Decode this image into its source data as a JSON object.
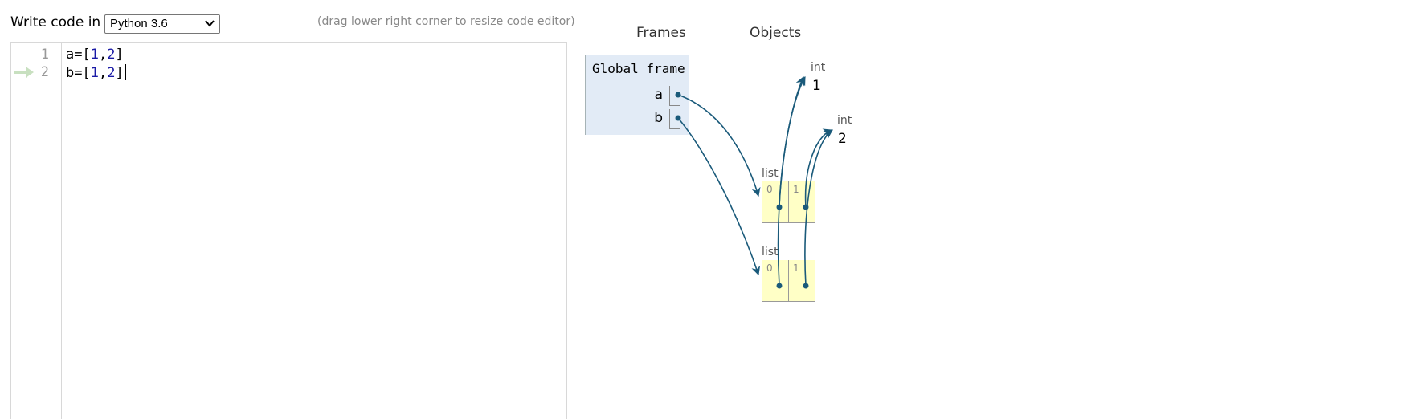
{
  "toolbar": {
    "write_label": "Write code in",
    "language_selected": "Python 3.6",
    "resize_hint": "(drag lower right corner to resize code editor)"
  },
  "editor": {
    "lines": [
      {
        "number": "1",
        "prefix": "a=[",
        "n1": "1",
        "sep": ",",
        "n2": "2",
        "suffix": "]"
      },
      {
        "number": "2",
        "prefix": "b=[",
        "n1": "1",
        "sep": ",",
        "n2": "2",
        "suffix": "]"
      }
    ],
    "current_line_arrow": "➡"
  },
  "viz": {
    "frames_header": "Frames",
    "objects_header": "Objects",
    "global_frame_title": "Global frame",
    "variables": [
      "a",
      "b"
    ],
    "int_objects": [
      {
        "type": "int",
        "value": "1"
      },
      {
        "type": "int",
        "value": "2"
      }
    ],
    "lists": [
      {
        "type": "list",
        "indices": [
          "0",
          "1"
        ]
      },
      {
        "type": "list",
        "indices": [
          "0",
          "1"
        ]
      }
    ],
    "arrow_color": "#1a5a7a"
  }
}
